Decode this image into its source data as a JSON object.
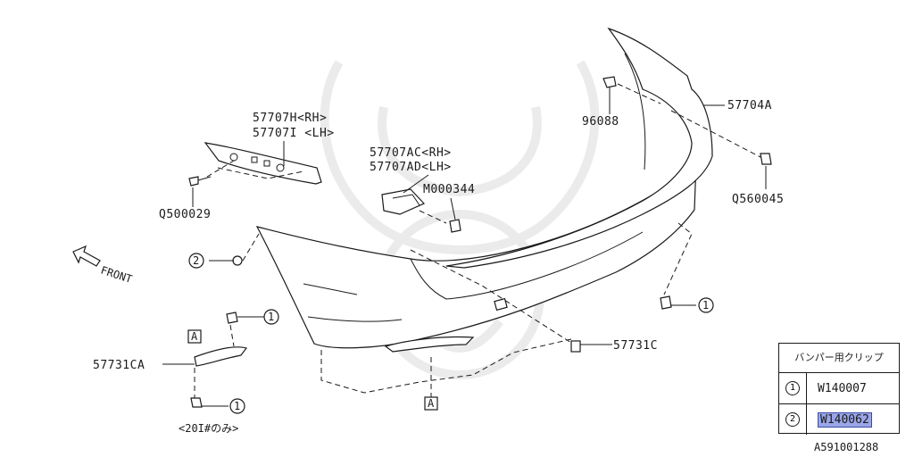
{
  "diagram": {
    "parts": [
      {
        "id": "p57707h",
        "label": "57707H<RH>"
      },
      {
        "id": "p57707i",
        "label": "57707I <LH>"
      },
      {
        "id": "p57707ac",
        "label": "57707AC<RH>"
      },
      {
        "id": "p57707ad",
        "label": "57707AD<LH>"
      },
      {
        "id": "pm000344",
        "label": "M000344"
      },
      {
        "id": "p96088",
        "label": "96088"
      },
      {
        "id": "p57704a",
        "label": "57704A"
      },
      {
        "id": "pq560045",
        "label": "Q560045"
      },
      {
        "id": "pq500029",
        "label": "Q500029"
      },
      {
        "id": "p57731c",
        "label": "57731C"
      },
      {
        "id": "p57731ca",
        "label": "57731CA"
      }
    ],
    "front_label": "FRONT",
    "note_label": "<20I#のみ>",
    "ref_markers": {
      "a": "A",
      "one": "1",
      "two": "2"
    },
    "image_id": "A591001288"
  },
  "legend": {
    "header": "バンパー用クリップ",
    "rows": [
      {
        "num": "1",
        "code": "W140007",
        "highlight": false
      },
      {
        "num": "2",
        "code": "W140062",
        "highlight": true
      }
    ]
  }
}
